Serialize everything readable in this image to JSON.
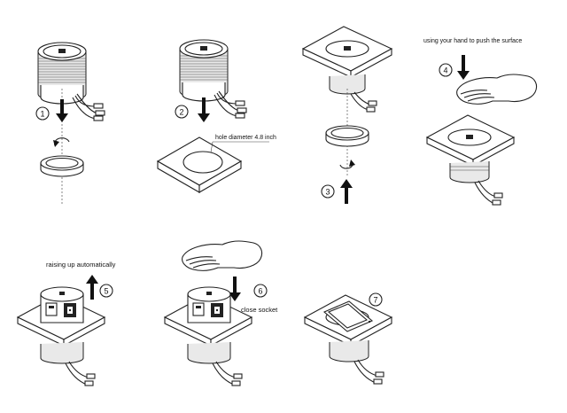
{
  "steps": [
    {
      "number": "1"
    },
    {
      "number": "2",
      "label": "hole diameter 4.8 inch"
    },
    {
      "number": "3"
    },
    {
      "number": "4",
      "label": "using your hand to push the surface"
    },
    {
      "number": "5",
      "label": "raising up automatically"
    },
    {
      "number": "6",
      "label": "close socket"
    },
    {
      "number": "7"
    }
  ],
  "icons": [
    "wireless-charging-icon",
    "usb-port-icon",
    "power-outlet-icon",
    "smartphone-icon",
    "hand-icon",
    "rotate-arrow-icon"
  ]
}
